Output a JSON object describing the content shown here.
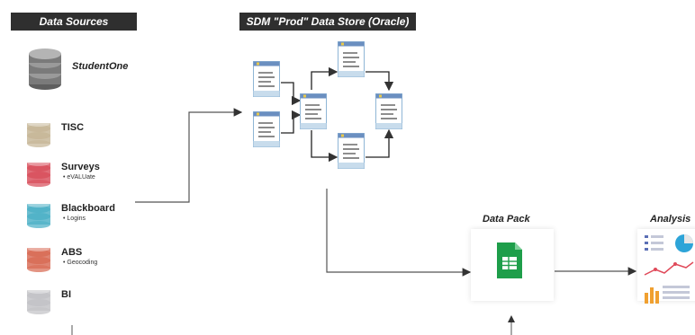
{
  "data_sources": {
    "title": "Data Sources",
    "primary": {
      "name": "StudentOne",
      "color": "#8a8a8a",
      "icon": "database-icon"
    },
    "items": [
      {
        "name": "TISC",
        "sub": "",
        "color": "#c8b89a"
      },
      {
        "name": "Surveys",
        "sub": "eVALUate",
        "color": "#d95561"
      },
      {
        "name": "Blackboard",
        "sub": "Logins",
        "color": "#52b3c8"
      },
      {
        "name": "ABS",
        "sub": "Geocoding",
        "color": "#d9705a"
      },
      {
        "name": "BI",
        "sub": "",
        "color": "#c4c4c8"
      }
    ]
  },
  "data_store": {
    "title": "SDM \"Prod\" Data Store (Oracle)"
  },
  "data_pack": {
    "title": "Data Pack",
    "icon": "spreadsheet-icon",
    "color": "#1e9e4a"
  },
  "analysis": {
    "title": "Analysis",
    "icon": "dashboard-icon"
  }
}
